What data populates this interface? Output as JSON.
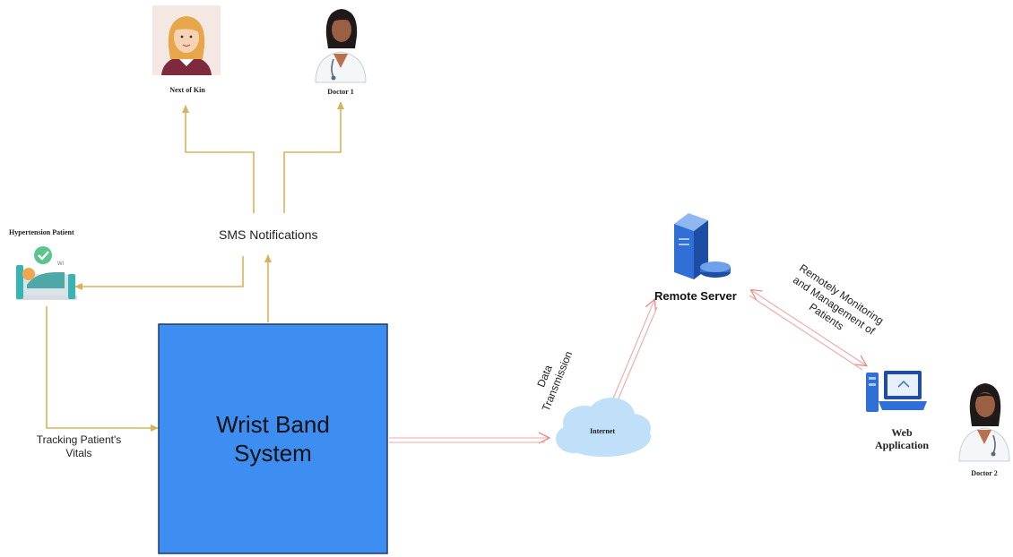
{
  "diagram": {
    "nodes": {
      "next_of_kin": "Next of Kin",
      "doctor_1": "Doctor 1",
      "hypertension_patient": "Hypertension Patient",
      "sms_notifications": "SMS Notifications",
      "wrist_band_line1": "Wrist Band",
      "wrist_band_line2": "System",
      "internet": "Internet",
      "remote_server": "Remote Server",
      "web_application_line1": "Web",
      "web_application_line2": "Application",
      "doctor_2": "Doctor 2"
    },
    "edge_labels": {
      "tracking_line1": "Tracking Patient's",
      "tracking_line2": "Vitals",
      "data_transmission_line1": "Data",
      "data_transmission_line2": "Transmission",
      "remote_monitoring_line1": "Remotely Monitoring",
      "remote_monitoring_line2": "and Management of",
      "remote_monitoring_line3": "Patients"
    },
    "colors": {
      "wrist_band_fill": "#3d8ef0",
      "wrist_band_border": "#1f3a6a",
      "arrow_gold": "#d9b35b",
      "arrow_pink": "#f2b8b8",
      "cloud": "#bfe0f8",
      "server_blue": "#2f6fd6"
    }
  }
}
